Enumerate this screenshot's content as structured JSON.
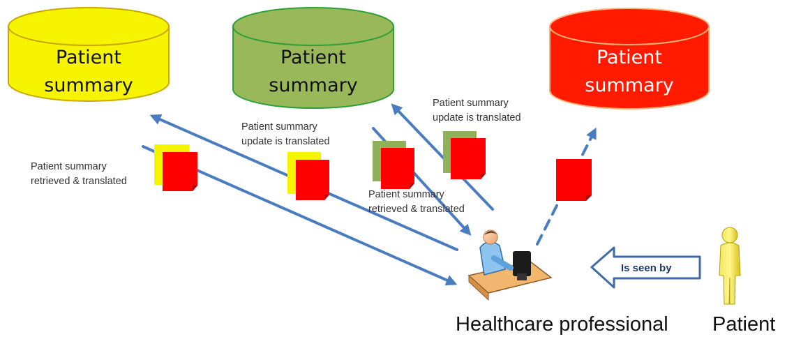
{
  "colors": {
    "yellow_db": "#f7f400",
    "yellow_db_stroke": "#c8a800",
    "green_db": "#98b85a",
    "green_db_stroke": "#2f9f36",
    "red_db": "#ff1a00",
    "red_db_stroke": "#ffb27a",
    "arrow": "#4a7cc0",
    "doc_red": "#ff0000",
    "doc_yellow": "#f7f400",
    "doc_green": "#8fb15a"
  },
  "databases": {
    "yellow": {
      "line1": "Patient",
      "line2": "summary"
    },
    "green": {
      "line1": "Patient",
      "line2": "summary"
    },
    "red": {
      "line1": "Patient",
      "line2": "summary"
    }
  },
  "notes": {
    "retrieved_left": {
      "line1": "Patient summary",
      "line2": "retrieved & translated"
    },
    "update_middle": {
      "line1": "Patient summary",
      "line2": "update is translated"
    },
    "retrieved_right": {
      "line1": "Patient summary",
      "line2": "retrieved & translated"
    },
    "update_right": {
      "line1": "Patient summary",
      "line2": "update is translated"
    }
  },
  "badge": {
    "label": "Is seen by"
  },
  "roles": {
    "professional": "Healthcare professional",
    "patient": "Patient"
  },
  "icons": {
    "professional": "doctor-at-computer-icon",
    "patient": "patient-figure-icon"
  }
}
